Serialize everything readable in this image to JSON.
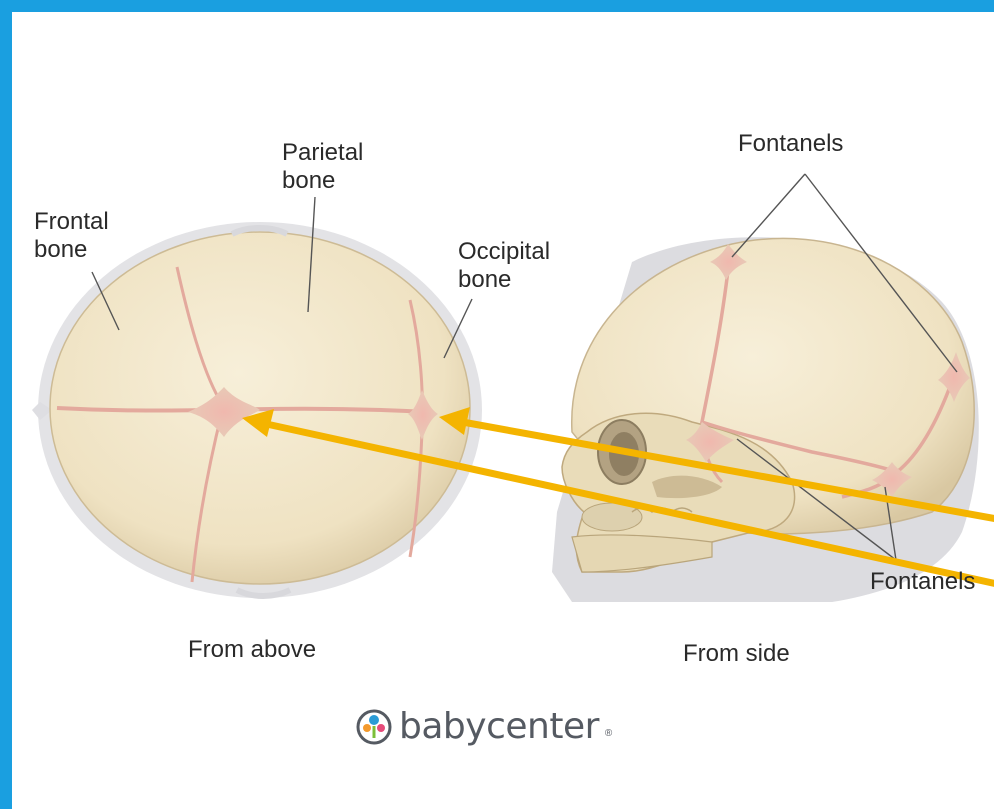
{
  "labels": {
    "parietal": "Parietal\nbone",
    "frontal": "Frontal\nbone",
    "occipital": "Occipital\nbone",
    "fontanels_top": "Fontanels",
    "fontanels_bottom": "Fontanels"
  },
  "captions": {
    "above": "From above",
    "side": "From side"
  },
  "logo": {
    "text": "babycenter",
    "mark": "®"
  },
  "colors": {
    "frame": "#1a9fe0",
    "bone": "#f1e6cc",
    "suture": "#e8b4a8",
    "arrow": "#f4b400"
  }
}
